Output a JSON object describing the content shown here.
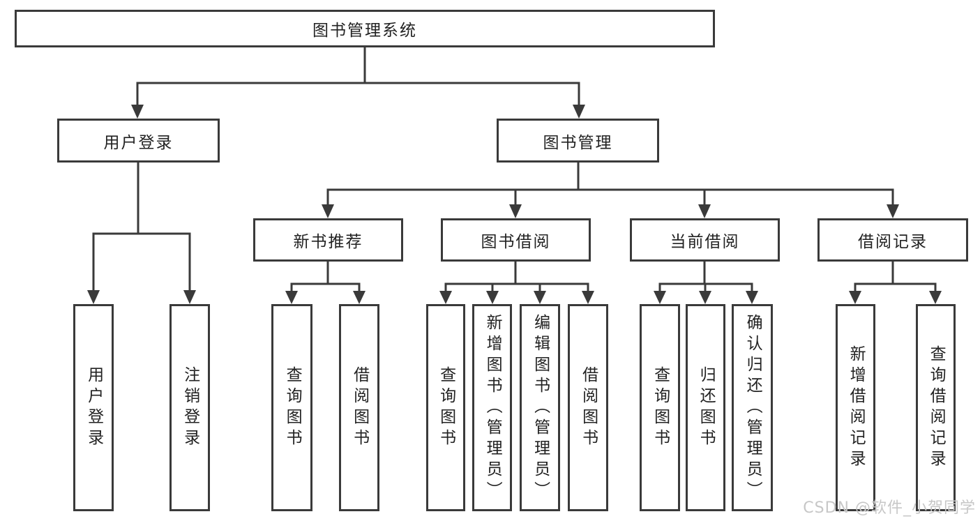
{
  "diagram": {
    "root": {
      "label": "图书管理系统"
    },
    "user_branch": {
      "label": "用户登录",
      "children": [
        {
          "label": "用户登录"
        },
        {
          "label": "注销登录"
        }
      ]
    },
    "book_branch": {
      "label": "图书管理",
      "groups": [
        {
          "label": "新书推荐",
          "children": [
            {
              "label": "查询图书"
            },
            {
              "label": "借阅图书"
            }
          ]
        },
        {
          "label": "图书借阅",
          "children": [
            {
              "label": "查询图书"
            },
            {
              "label": "新增图书（管理员）"
            },
            {
              "label": "编辑图书（管理员）"
            },
            {
              "label": "借阅图书"
            }
          ]
        },
        {
          "label": "当前借阅",
          "children": [
            {
              "label": "查询图书"
            },
            {
              "label": "归还图书"
            },
            {
              "label": "确认归还（管理员）"
            }
          ]
        },
        {
          "label": "借阅记录",
          "children": [
            {
              "label": "新增借阅记录"
            },
            {
              "label": "查询借阅记录"
            }
          ]
        }
      ]
    },
    "watermark": "CSDN @软件_小贺同学",
    "colors": {
      "line": "#3a3a3a",
      "box_border": "#3a3a3a",
      "box_fill": "#ffffff",
      "text": "#222222",
      "watermark": "#c7c7c7",
      "background": "#ffffff"
    }
  }
}
